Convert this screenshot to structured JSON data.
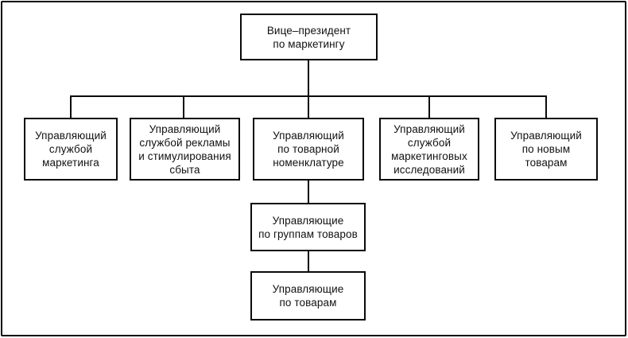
{
  "page": {
    "background_color": "#ffffff",
    "line_color": "#0a0a0a",
    "text_color": "#111111"
  },
  "diagram": {
    "type": "org-chart",
    "language": "ru",
    "nodes": {
      "root": {
        "label": "Вице–президент\nпо маркетингу"
      },
      "marketing_service": {
        "label": "Управляющий\nслужбой\nмаркетинга"
      },
      "advertising_sales_promotion": {
        "label": "Управляющий\nслужбой рекламы\nи стимулирования\nсбыта"
      },
      "product_nomenclature": {
        "label": "Управляющий\nпо товарной\nноменклатуре"
      },
      "marketing_research": {
        "label": "Управляющий\nслужбой\nмаркетинговых\nисследований"
      },
      "new_products": {
        "label": "Управляющий\nпо новым\nтоварам"
      },
      "product_groups": {
        "label": "Управляющие\nпо группам товаров"
      },
      "products": {
        "label": "Управляющие\nпо товарам"
      }
    },
    "edges": [
      {
        "from": "root",
        "to": "marketing_service"
      },
      {
        "from": "root",
        "to": "advertising_sales_promotion"
      },
      {
        "from": "root",
        "to": "product_nomenclature"
      },
      {
        "from": "root",
        "to": "marketing_research"
      },
      {
        "from": "root",
        "to": "new_products"
      },
      {
        "from": "product_nomenclature",
        "to": "product_groups"
      },
      {
        "from": "product_groups",
        "to": "products"
      }
    ]
  }
}
